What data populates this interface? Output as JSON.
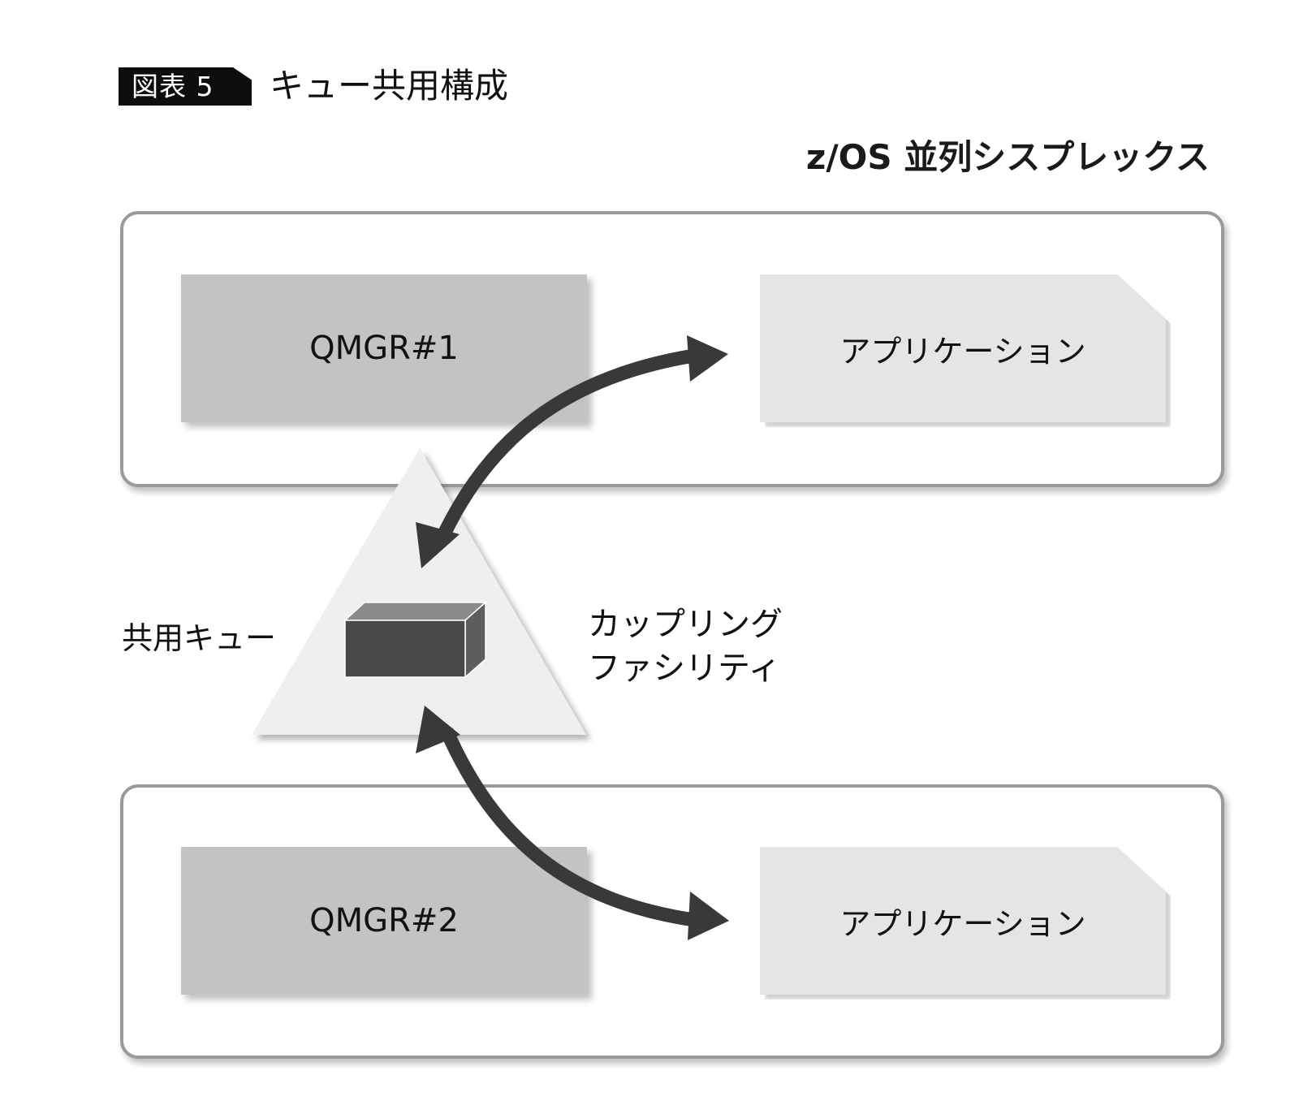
{
  "figure": {
    "badge": "図表 5",
    "title": "キュー共用構成"
  },
  "sysplex": {
    "title": "z/OS 並列シスプレックス"
  },
  "lpars": [
    {
      "qmgr": "QMGR#1",
      "application": "アプリケーション"
    },
    {
      "qmgr": "QMGR#2",
      "application": "アプリケーション"
    }
  ],
  "coupling_facility": {
    "label_line1": "カップリング",
    "label_line2": "ファシリティ",
    "shared_queue_label": "共用キュー"
  },
  "connections": [
    {
      "from": "coupling-facility",
      "to": "application-1",
      "direction": "bidirectional"
    },
    {
      "from": "coupling-facility",
      "to": "application-2",
      "direction": "bidirectional"
    }
  ],
  "colors": {
    "qmgr_fill": "#c2c3c2",
    "application_fill": "#e5e5e5",
    "triangle_fill": "#eeefef",
    "arrow": "#3a3938",
    "cube_front": "#4a4948",
    "cube_top": "#8a8a8a",
    "cube_side": "#5e5d5c",
    "frame": "#9a9a9a"
  }
}
